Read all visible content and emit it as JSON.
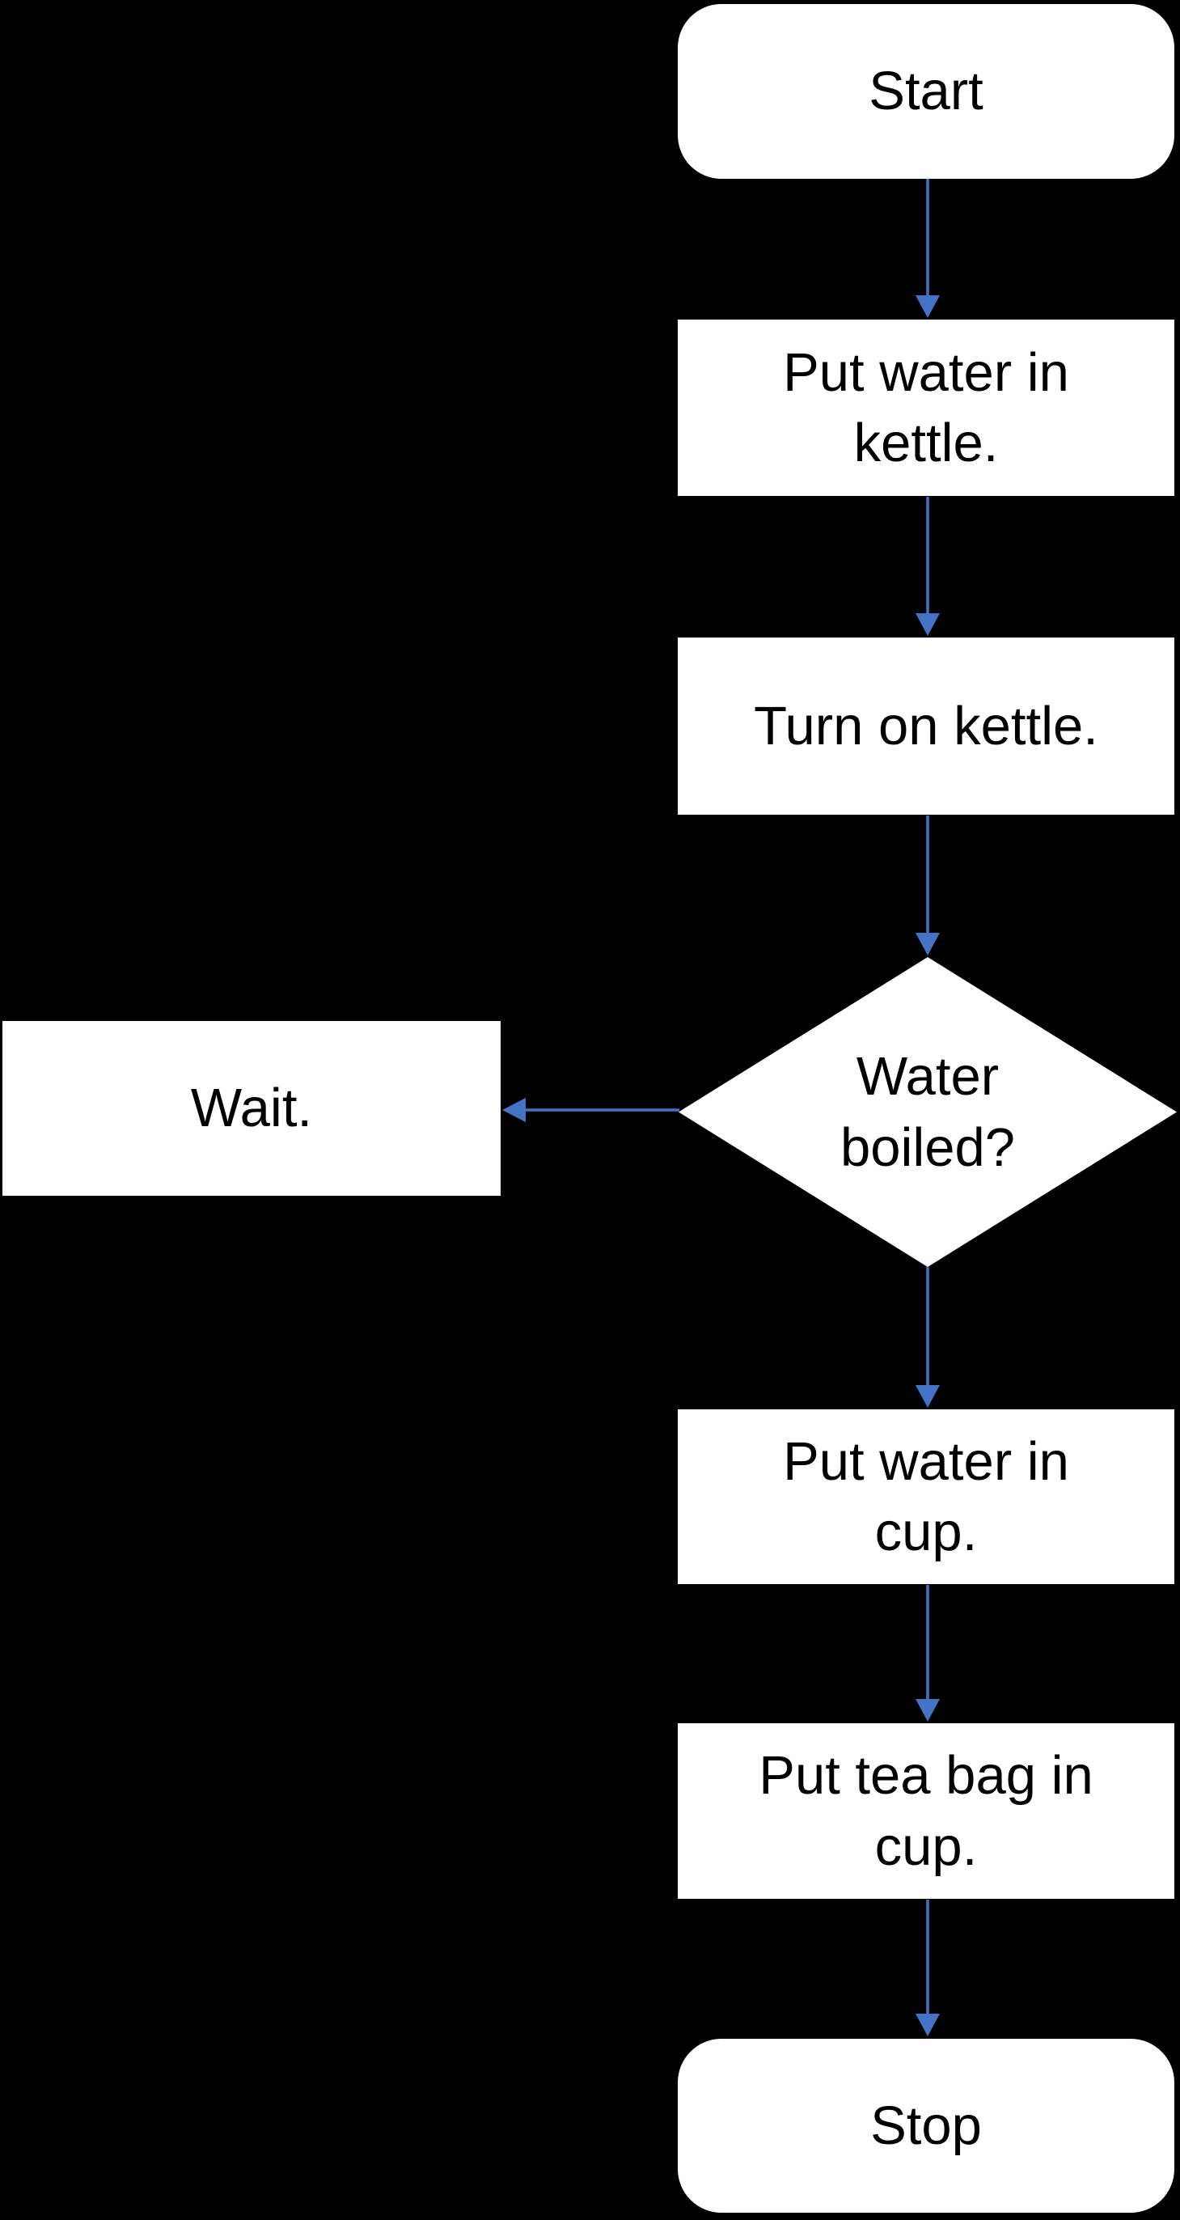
{
  "colors": {
    "background": "#000000",
    "shape_fill": "#ffffff",
    "shape_text": "#000000",
    "arrow": "#4472c4"
  },
  "nodes": {
    "start": {
      "shape": "terminator",
      "label": "Start"
    },
    "put_water_in_kettle": {
      "shape": "process",
      "lines": [
        "Put water in",
        "kettle."
      ]
    },
    "turn_on_kettle": {
      "shape": "process",
      "lines": [
        "Turn on kettle."
      ]
    },
    "water_boiled": {
      "shape": "decision",
      "lines": [
        "Water",
        "boiled?"
      ]
    },
    "wait": {
      "shape": "process",
      "label": "Wait."
    },
    "put_water_in_cup": {
      "shape": "process",
      "lines": [
        "Put water in",
        "cup."
      ]
    },
    "put_tea_bag_in_cup": {
      "shape": "process",
      "lines": [
        "Put tea bag in",
        "cup."
      ]
    },
    "stop": {
      "shape": "terminator",
      "label": "Stop"
    }
  },
  "edges": [
    {
      "from": "start",
      "to": "put_water_in_kettle",
      "direction": "down"
    },
    {
      "from": "put_water_in_kettle",
      "to": "turn_on_kettle",
      "direction": "down"
    },
    {
      "from": "turn_on_kettle",
      "to": "water_boiled",
      "direction": "down"
    },
    {
      "from": "water_boiled",
      "to": "wait",
      "direction": "left"
    },
    {
      "from": "water_boiled",
      "to": "put_water_in_cup",
      "direction": "down"
    },
    {
      "from": "put_water_in_cup",
      "to": "put_tea_bag_in_cup",
      "direction": "down"
    },
    {
      "from": "put_tea_bag_in_cup",
      "to": "stop",
      "direction": "down"
    }
  ]
}
